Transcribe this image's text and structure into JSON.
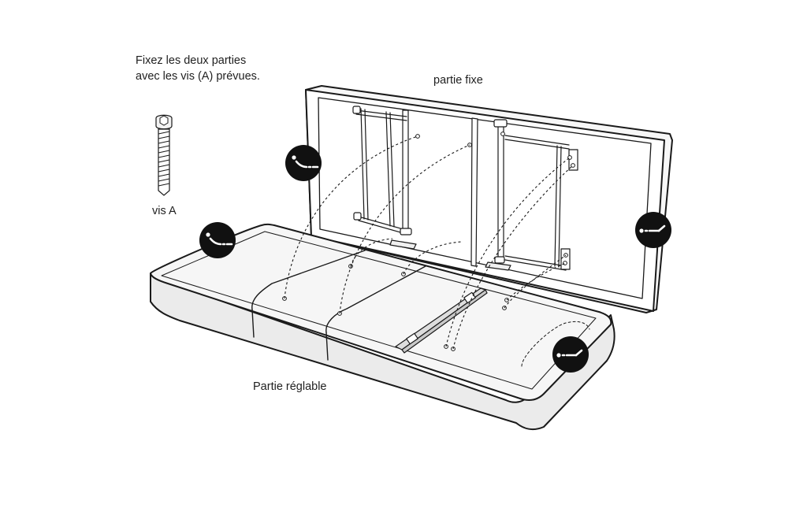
{
  "instruction": {
    "line1": "Fixez les deux parties",
    "line2": "avec les vis (A) prévues."
  },
  "screw_label": "vis A",
  "fixed_part_label": "partie fixe",
  "adjustable_part_label": "Partie réglable",
  "icons": {
    "badge_left_top": "head-reclined-icon",
    "badge_left_bottom": "head-reclined-icon",
    "badge_right": "flat-position-icon",
    "badge_front": "flat-position-icon"
  },
  "colors": {
    "line": "#1a1a1a",
    "panel_fill": "#ffffff",
    "top_fill": "#f4f4f4",
    "side_fill": "#ebebeb",
    "badge": "#111111"
  }
}
